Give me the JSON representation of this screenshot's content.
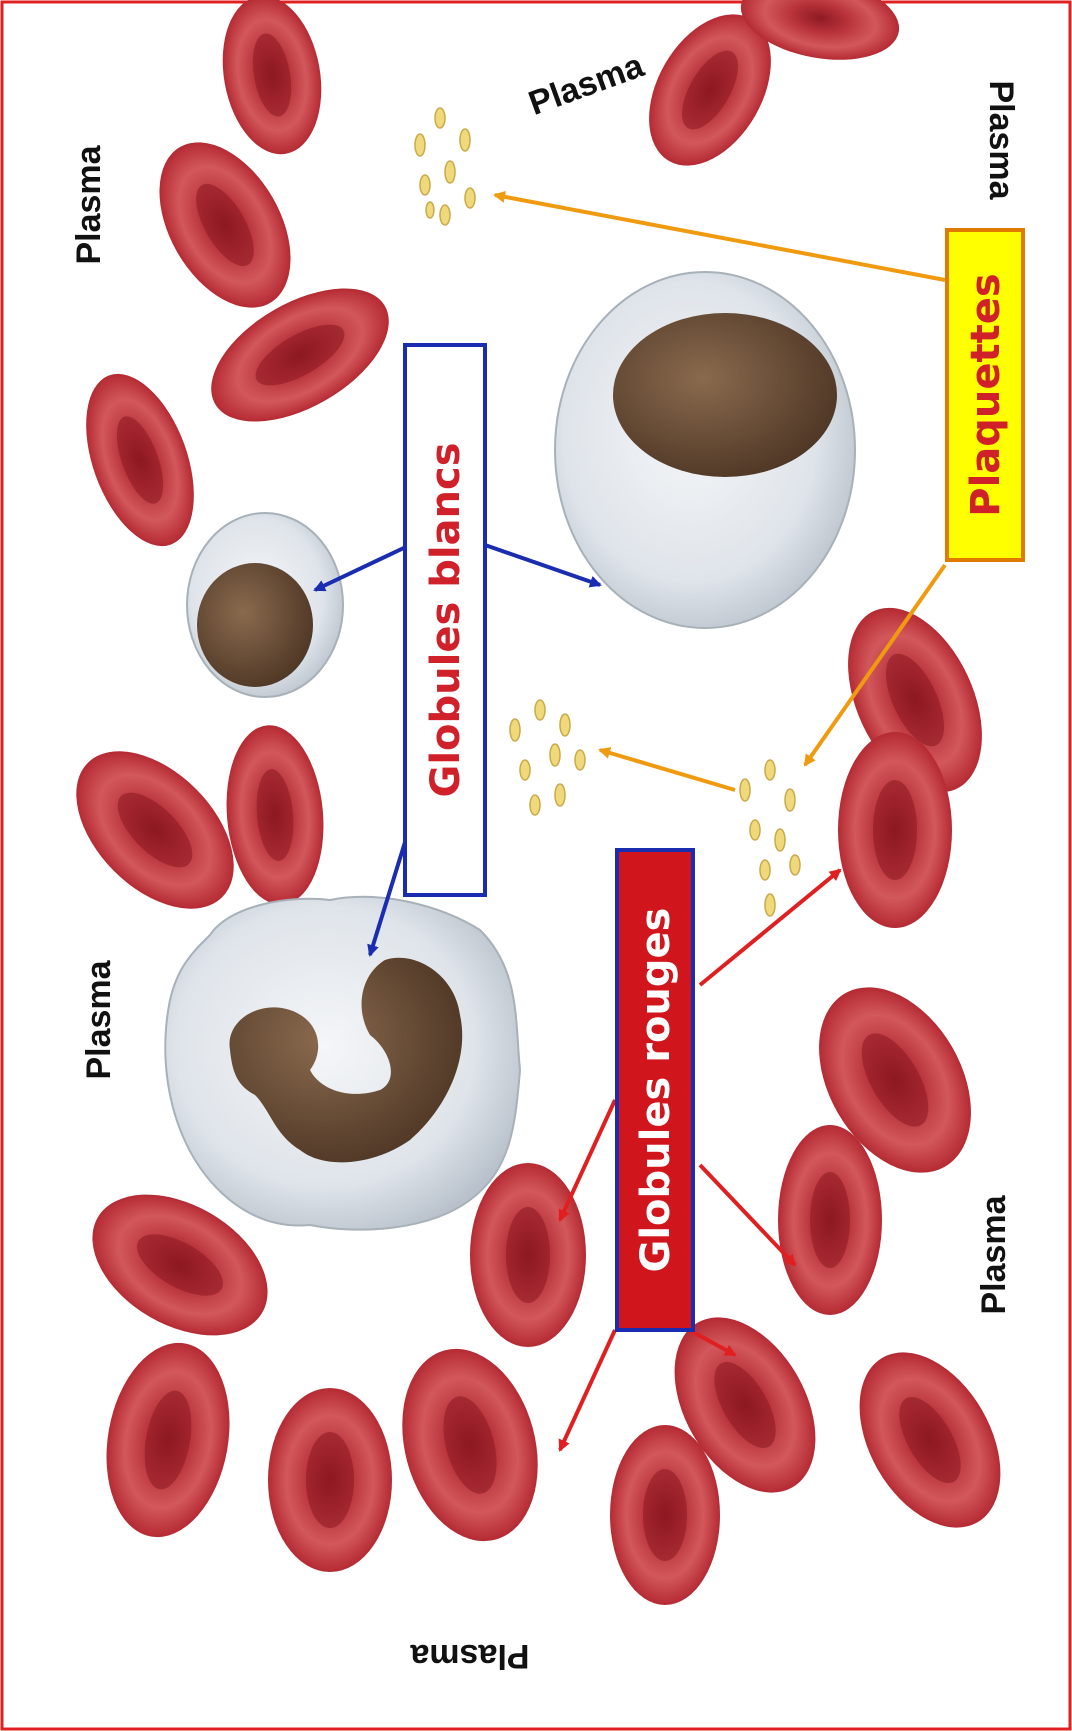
{
  "labels": {
    "white_cells": "Globules blancs",
    "red_cells": "Globules rouges",
    "platelets": "Plaquettes",
    "plasma": "Plasma"
  },
  "colors": {
    "border": "#e02020",
    "red_cell": "#c0343c",
    "white_box_border": "#1a2db0",
    "white_box_text": "#d0202a",
    "red_box_fill": "#d0151c",
    "red_box_text": "#ffffff",
    "platelet_box_fill": "#ffff00",
    "platelet_box_border": "#e07b00",
    "platelet_box_text": "#d0202a",
    "arrow_blue": "#1a2db0",
    "arrow_red": "#e02020",
    "arrow_orange": "#f09a10"
  }
}
